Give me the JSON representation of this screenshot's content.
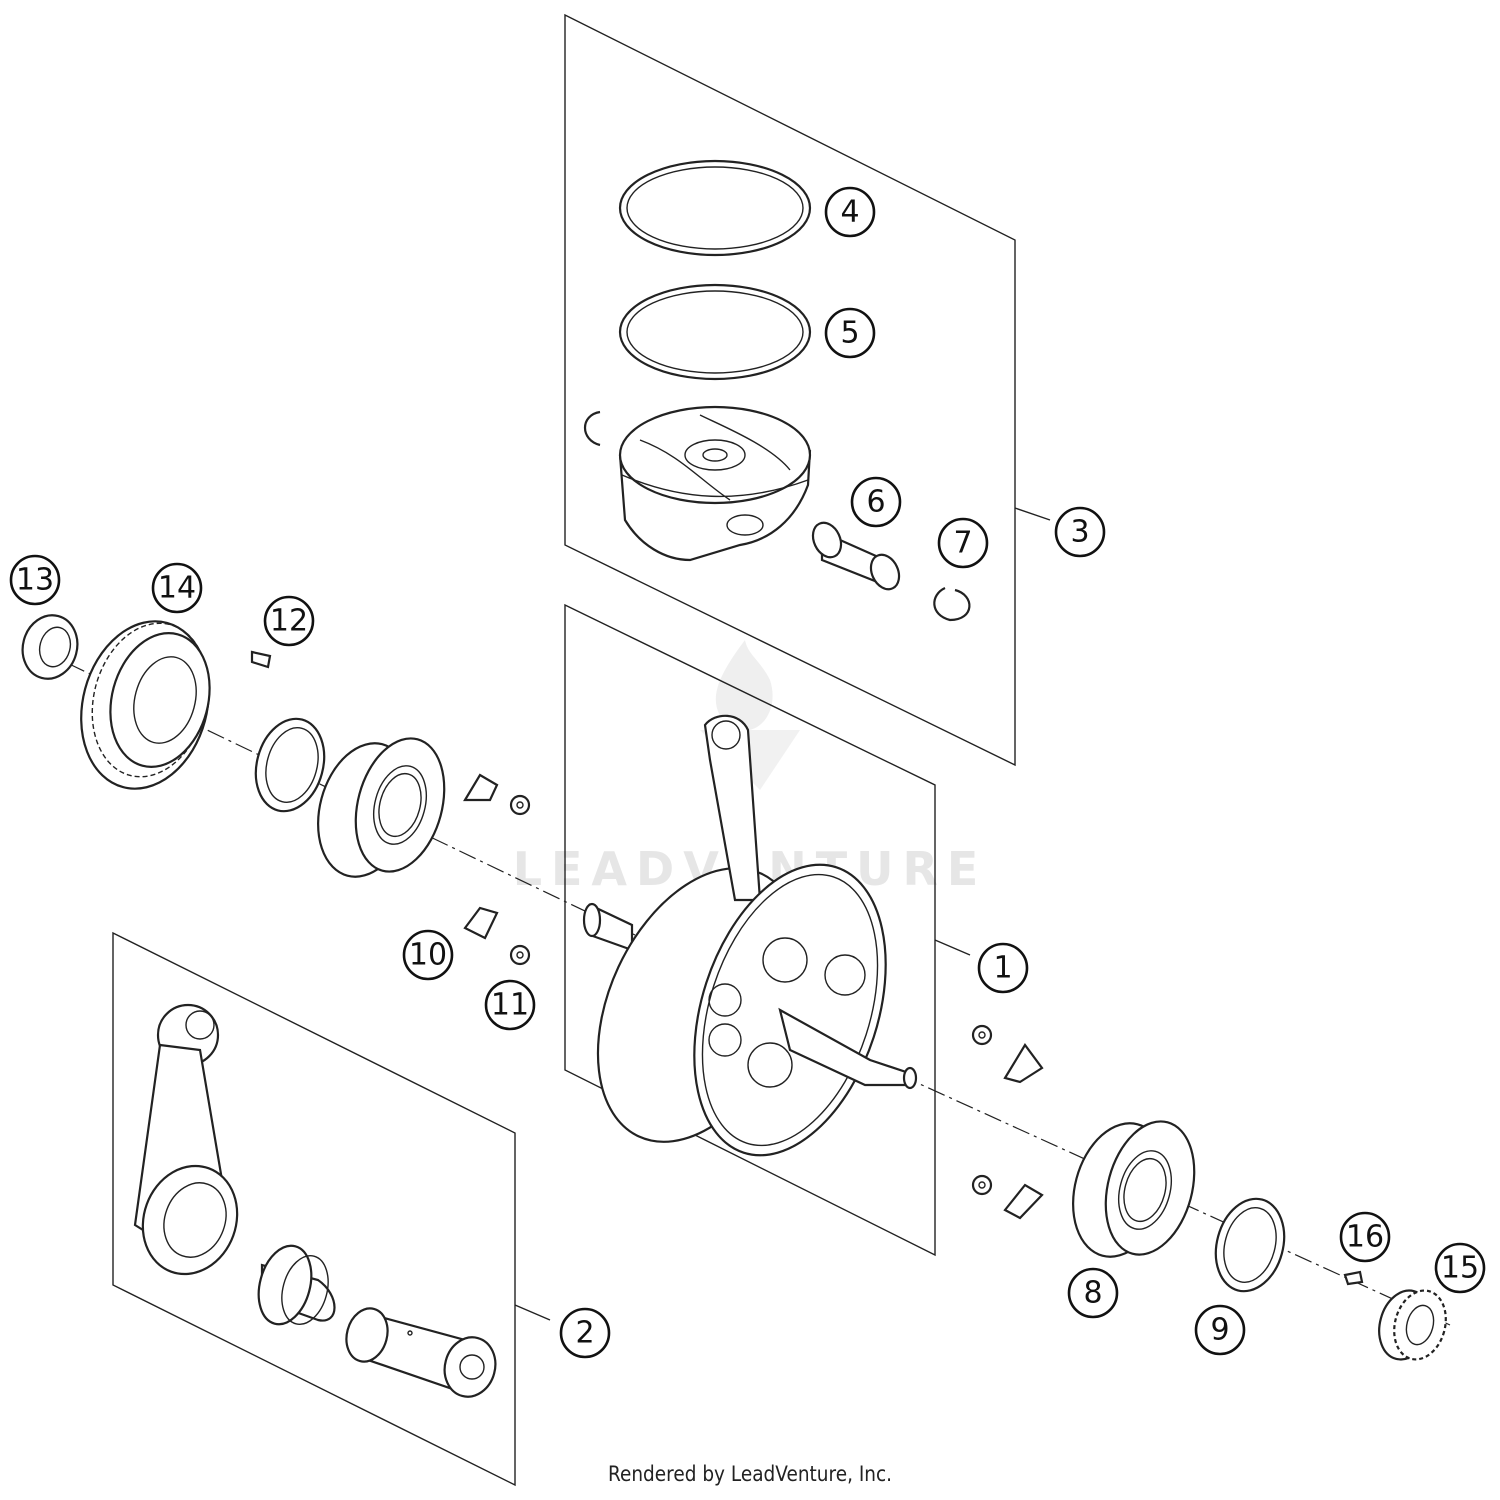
{
  "diagram": {
    "labels": [
      "1",
      "2",
      "3",
      "4",
      "5",
      "6",
      "7",
      "8",
      "9",
      "10",
      "11",
      "12",
      "13",
      "14",
      "15",
      "16"
    ],
    "watermark": "LEADVENTURE"
  },
  "footer": {
    "text": "Rendered by LeadVenture, Inc."
  }
}
